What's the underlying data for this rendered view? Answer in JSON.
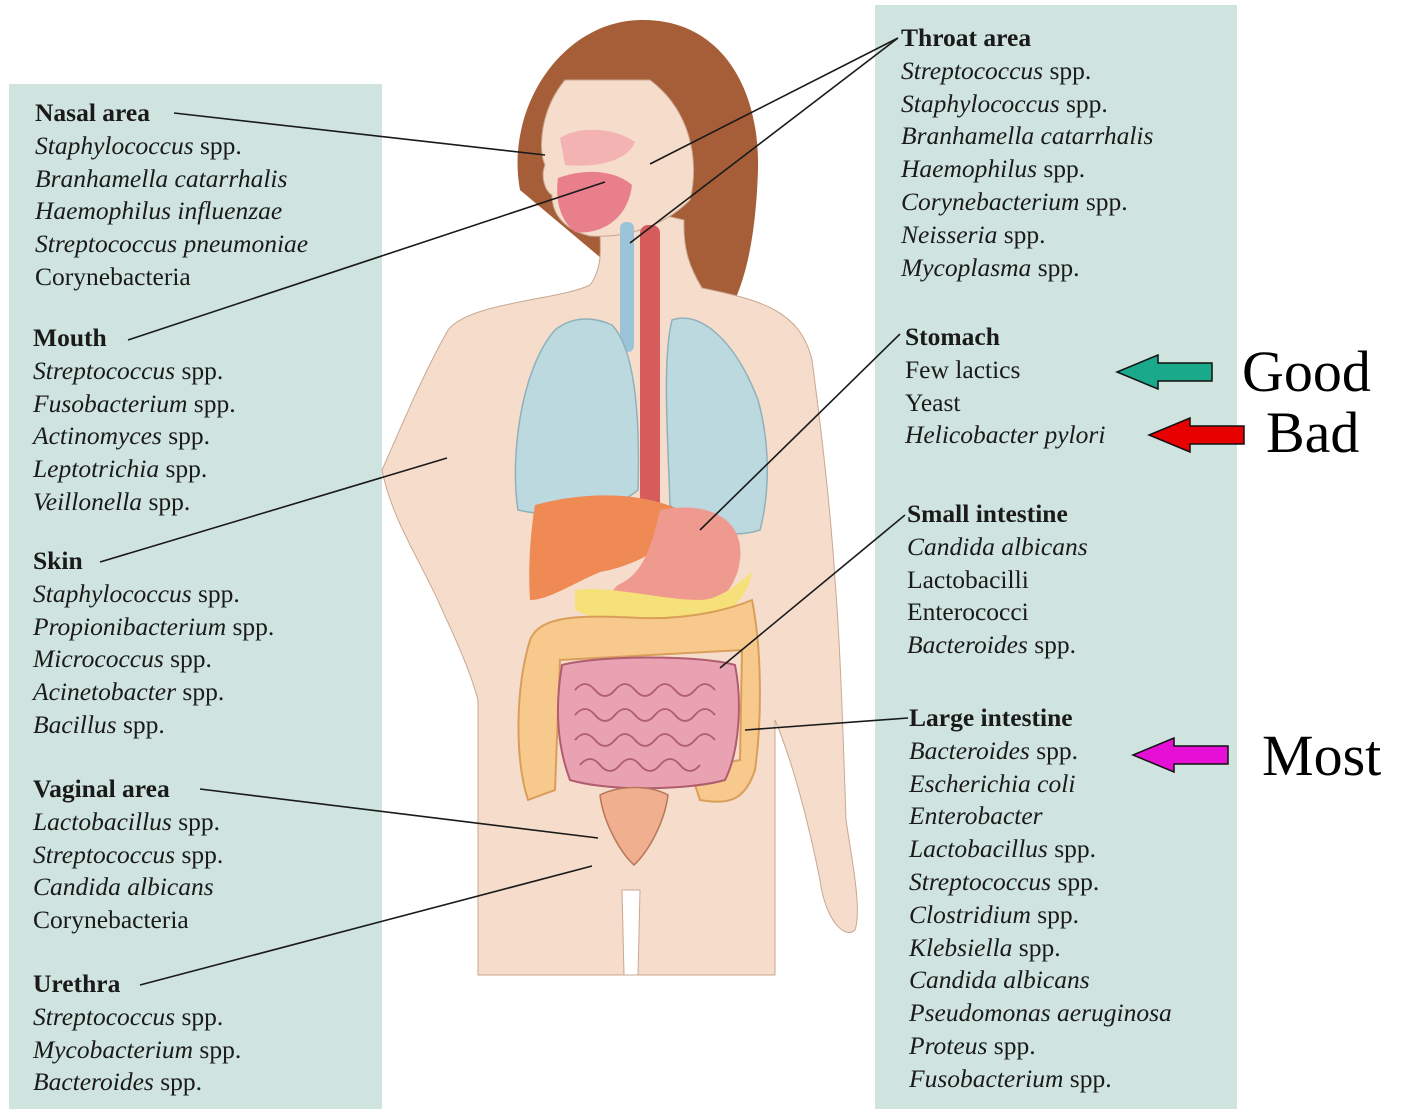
{
  "colors": {
    "panel": "#cfe3df",
    "skin": "#f5dccb",
    "hair": "#a55e37",
    "arrow_good": "#1aa98a",
    "arrow_bad": "#e60000",
    "arrow_most": "#e60fd6"
  },
  "left_groups": [
    {
      "heading": "Nasal area",
      "items": [
        {
          "genus": "Staphylococcus",
          "suffix": " spp."
        },
        {
          "genus": "Branhamella catarrhalis",
          "suffix": ""
        },
        {
          "genus": "Haemophilus influenzae",
          "suffix": ""
        },
        {
          "genus": "Streptococcus pneumoniae",
          "suffix": ""
        },
        {
          "genus": "",
          "suffix": "Corynebacteria"
        }
      ]
    },
    {
      "heading": "Mouth",
      "items": [
        {
          "genus": "Streptococcus",
          "suffix": " spp."
        },
        {
          "genus": "Fusobacterium",
          "suffix": " spp."
        },
        {
          "genus": "Actinomyces",
          "suffix": " spp."
        },
        {
          "genus": "Leptotrichia",
          "suffix": " spp."
        },
        {
          "genus": "Veillonella",
          "suffix": " spp."
        }
      ]
    },
    {
      "heading": "Skin",
      "items": [
        {
          "genus": "Staphylococcus",
          "suffix": " spp."
        },
        {
          "genus": "Propionibacterium",
          "suffix": " spp."
        },
        {
          "genus": "Micrococcus",
          "suffix": " spp."
        },
        {
          "genus": "Acinetobacter",
          "suffix": " spp."
        },
        {
          "genus": "Bacillus",
          "suffix": " spp."
        }
      ]
    },
    {
      "heading": "Vaginal area",
      "items": [
        {
          "genus": "Lactobacillus",
          "suffix": " spp."
        },
        {
          "genus": "Streptococcus",
          "suffix": " spp."
        },
        {
          "genus": "Candida albicans",
          "suffix": ""
        },
        {
          "genus": "",
          "suffix": "Corynebacteria"
        }
      ]
    },
    {
      "heading": "Urethra",
      "items": [
        {
          "genus": "Streptococcus",
          "suffix": " spp."
        },
        {
          "genus": "Mycobacterium",
          "suffix": " spp."
        },
        {
          "genus": "Bacteroides",
          "suffix": " spp."
        }
      ]
    }
  ],
  "right_groups": [
    {
      "heading": "Throat area",
      "items": [
        {
          "genus": "Streptococcus",
          "suffix": " spp."
        },
        {
          "genus": "Staphylococcus",
          "suffix": " spp."
        },
        {
          "genus": "Branhamella catarrhalis",
          "suffix": ""
        },
        {
          "genus": "Haemophilus",
          "suffix": " spp."
        },
        {
          "genus": "Corynebacterium",
          "suffix": " spp."
        },
        {
          "genus": "Neisseria",
          "suffix": " spp."
        },
        {
          "genus": "Mycoplasma",
          "suffix": " spp."
        }
      ]
    },
    {
      "heading": "Stomach",
      "items": [
        {
          "genus": "",
          "suffix": "Few lactics"
        },
        {
          "genus": "",
          "suffix": "Yeast"
        },
        {
          "genus": "Helicobacter pylori",
          "suffix": ""
        }
      ]
    },
    {
      "heading": "Small intestine",
      "items": [
        {
          "genus": "Candida albicans",
          "suffix": ""
        },
        {
          "genus": "",
          "suffix": "Lactobacilli"
        },
        {
          "genus": "",
          "suffix": "Enterococci"
        },
        {
          "genus": "Bacteroides",
          "suffix": " spp."
        }
      ]
    },
    {
      "heading": "Large intestine",
      "items": [
        {
          "genus": "Bacteroides",
          "suffix": " spp."
        },
        {
          "genus": "Escherichia coli",
          "suffix": ""
        },
        {
          "genus": "Enterobacter",
          "suffix": ""
        },
        {
          "genus": "Lactobacillus",
          "suffix": " spp."
        },
        {
          "genus": "Streptococcus",
          "suffix": " spp."
        },
        {
          "genus": "Clostridium",
          "suffix": " spp."
        },
        {
          "genus": "Klebsiella",
          "suffix": " spp."
        },
        {
          "genus": "Candida albicans",
          "suffix": ""
        },
        {
          "genus": "Pseudomonas aeruginosa",
          "suffix": ""
        },
        {
          "genus": "Proteus",
          "suffix": " spp."
        },
        {
          "genus": "Fusobacterium",
          "suffix": " spp."
        }
      ]
    }
  ],
  "annotations": {
    "good": "Good",
    "bad": "Bad",
    "most": "Most"
  }
}
